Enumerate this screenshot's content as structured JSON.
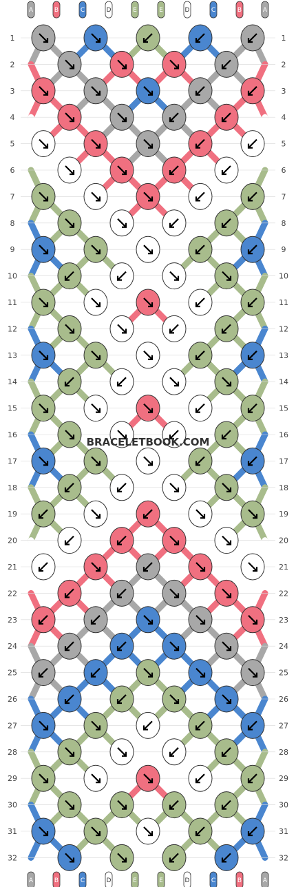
{
  "site": {
    "watermark": "BRACELETBOOK.COM"
  },
  "strings": {
    "labels": [
      "A",
      "B",
      "C",
      "D",
      "E",
      "E",
      "D",
      "C",
      "B",
      "A"
    ],
    "label_colors": {
      "A": "#a8a8a8",
      "B": "#f07080",
      "C": "#4a86cf",
      "D": "#ffffff",
      "E": "#a8bc8c"
    }
  },
  "pattern": {
    "rows": 32,
    "row_labels": [
      "1",
      "2",
      "3",
      "4",
      "5",
      "6",
      "7",
      "8",
      "9",
      "10",
      "11",
      "12",
      "13",
      "14",
      "15",
      "16",
      "17",
      "18",
      "19",
      "20",
      "21",
      "22",
      "23",
      "24",
      "25",
      "26",
      "27",
      "28",
      "29",
      "30",
      "31",
      "32"
    ],
    "knot_colors": [
      "A",
      "C",
      "E",
      "C",
      "A",
      "A",
      "B",
      "B",
      "A",
      "D",
      "B",
      "A",
      "A",
      "B",
      "D",
      "D",
      "B",
      "C",
      "E",
      "E",
      "C",
      "B",
      "D",
      "E",
      "C",
      "C",
      "E",
      "D",
      "B",
      "E",
      "B",
      "E",
      "B",
      "E"
    ],
    "knot_rows": [
      [
        "A",
        "C",
        "E",
        "C",
        "A"
      ],
      [
        "A",
        "B",
        "B",
        "A"
      ],
      [
        "B",
        "A",
        "C",
        "A",
        "B"
      ],
      [
        "B",
        "A",
        "A",
        "B"
      ],
      [
        "D",
        "B",
        "A",
        "B",
        "D"
      ],
      [
        "D",
        "B",
        "B",
        "D"
      ],
      [
        "E",
        "D",
        "B",
        "D",
        "E"
      ],
      [
        "E",
        "D",
        "D",
        "E"
      ],
      [
        "C",
        "E",
        "D",
        "E",
        "C"
      ],
      [
        "E",
        "D",
        "D",
        "E"
      ],
      [
        "E",
        "D",
        "B",
        "D",
        "E"
      ],
      [
        "E",
        "D",
        "D",
        "E"
      ],
      [
        "C",
        "E",
        "D",
        "E",
        "C"
      ],
      [
        "E",
        "D",
        "D",
        "E"
      ],
      [
        "E",
        "D",
        "B",
        "D",
        "E"
      ],
      [
        "E",
        "D",
        "D",
        "E"
      ],
      [
        "C",
        "E",
        "D",
        "E",
        "C"
      ],
      [
        "E",
        "D",
        "D",
        "E"
      ],
      [
        "E",
        "D",
        "B",
        "D",
        "E"
      ],
      [
        "D",
        "B",
        "B",
        "D"
      ],
      [
        "D",
        "B",
        "A",
        "B",
        "D"
      ],
      [
        "B",
        "A",
        "A",
        "B"
      ],
      [
        "B",
        "A",
        "C",
        "A",
        "B"
      ],
      [
        "A",
        "C",
        "C",
        "A"
      ],
      [
        "A",
        "C",
        "E",
        "C",
        "A"
      ],
      [
        "C",
        "E",
        "E",
        "C"
      ],
      [
        "C",
        "E",
        "D",
        "E",
        "C"
      ],
      [
        "E",
        "D",
        "D",
        "E"
      ],
      [
        "E",
        "D",
        "B",
        "D",
        "E"
      ],
      [
        "E",
        "E",
        "E",
        "E"
      ],
      [
        "C",
        "E",
        "D",
        "E",
        "C"
      ],
      [
        "C",
        "E",
        "E",
        "C"
      ]
    ],
    "knot_dirs": [
      [
        "SE",
        "SE",
        "SW",
        "SW",
        "SW"
      ],
      [
        "SE",
        "SE",
        "SE",
        "SW"
      ],
      [
        "SE",
        "SE",
        "SE",
        "SW",
        "SW"
      ],
      [
        "SE",
        "SE",
        "SW",
        "SW"
      ],
      [
        "SE",
        "SE",
        "SE",
        "SW",
        "SW"
      ],
      [
        "SE",
        "SE",
        "SW",
        "SW"
      ],
      [
        "SE",
        "SE",
        "SE",
        "SW",
        "SW"
      ],
      [
        "SE",
        "SE",
        "SW",
        "SW"
      ],
      [
        "SE",
        "SE",
        "SE",
        "SW",
        "SW"
      ],
      [
        "SW",
        "SW",
        "SE",
        "SE"
      ],
      [
        "SE",
        "SE",
        "SE",
        "SW",
        "SW"
      ],
      [
        "SE",
        "SE",
        "SW",
        "SW"
      ],
      [
        "SE",
        "SE",
        "SE",
        "SW",
        "SW"
      ],
      [
        "SW",
        "SW",
        "SE",
        "SE"
      ],
      [
        "SE",
        "SE",
        "SE",
        "SW",
        "SW"
      ],
      [
        "SE",
        "SE",
        "SW",
        "SW"
      ],
      [
        "SE",
        "SE",
        "SE",
        "SW",
        "SW"
      ],
      [
        "SW",
        "SW",
        "SE",
        "SE"
      ],
      [
        "SW",
        "SE",
        "SW",
        "SE",
        "SE"
      ],
      [
        "SW",
        "SW",
        "SE",
        "SE"
      ],
      [
        "SW",
        "SE",
        "SW",
        "SE",
        "SE"
      ],
      [
        "SW",
        "SW",
        "SE",
        "SE"
      ],
      [
        "SW",
        "SW",
        "SE",
        "SE",
        "SE"
      ],
      [
        "SW",
        "SW",
        "SE",
        "SE"
      ],
      [
        "SW",
        "SW",
        "SE",
        "SE",
        "SE"
      ],
      [
        "SW",
        "SW",
        "SE",
        "SE"
      ],
      [
        "SE",
        "SE",
        "SW",
        "SW",
        "SW"
      ],
      [
        "SE",
        "SE",
        "SW",
        "SW"
      ],
      [
        "SE",
        "SE",
        "SE",
        "SW",
        "SW"
      ],
      [
        "SE",
        "SE",
        "SW",
        "SW"
      ],
      [
        "SE",
        "SE",
        "SE",
        "SW",
        "SW"
      ],
      [
        "SE",
        "SE",
        "SW",
        "SW"
      ]
    ]
  }
}
